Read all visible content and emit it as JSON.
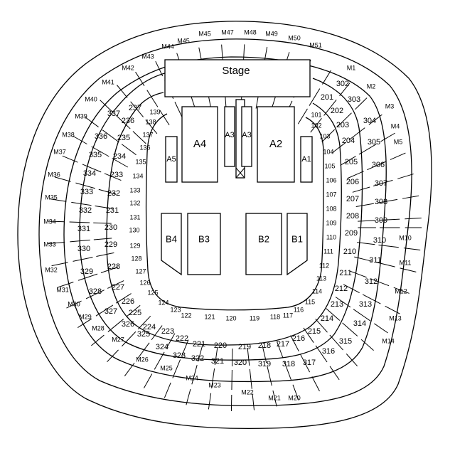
{
  "stage": {
    "label": "Stage"
  },
  "floor": [
    "A1",
    "A2",
    "A3",
    "A3",
    "A4",
    "A5",
    "B1",
    "B2",
    "B3",
    "B4"
  ],
  "sections_100": [
    "101",
    "102",
    "103",
    "104",
    "105",
    "106",
    "107",
    "108",
    "109",
    "110",
    "111",
    "112",
    "113",
    "114",
    "115",
    "116",
    "117",
    "118",
    "119",
    "120",
    "121",
    "122",
    "123",
    "124",
    "125",
    "126",
    "127",
    "128",
    "129",
    "130",
    "131",
    "132",
    "133",
    "134",
    "135",
    "136",
    "137",
    "138",
    "139"
  ],
  "sections_200": [
    "201",
    "202",
    "203",
    "204",
    "205",
    "206",
    "207",
    "208",
    "209",
    "210",
    "211",
    "212",
    "213",
    "214",
    "215",
    "216",
    "217",
    "218",
    "219",
    "220",
    "221",
    "222",
    "223",
    "224",
    "225",
    "226",
    "227",
    "228",
    "229",
    "230",
    "231",
    "232",
    "233",
    "234",
    "235",
    "236",
    "237"
  ],
  "sections_300": [
    "302",
    "303",
    "304",
    "305",
    "306",
    "307",
    "308",
    "309",
    "310",
    "311",
    "312",
    "313",
    "314",
    "315",
    "316",
    "317",
    "318",
    "319",
    "320",
    "321",
    "322",
    "323",
    "324",
    "325",
    "326",
    "327",
    "328",
    "329",
    "330",
    "331",
    "332",
    "333",
    "334",
    "335",
    "336",
    "337"
  ],
  "sections_m": [
    "M1",
    "M2",
    "M3",
    "M4",
    "M5",
    "M10",
    "M11",
    "M12",
    "M13",
    "M14",
    "M20",
    "M21",
    "M22",
    "M23",
    "M24",
    "M25",
    "M26",
    "M27",
    "M28",
    "M29",
    "M30",
    "M31",
    "M32",
    "M33",
    "M34",
    "M35",
    "M36",
    "M37",
    "M38",
    "M39",
    "M40",
    "M41",
    "M42",
    "M43",
    "M44",
    "M45",
    "M45",
    "M47",
    "M48",
    "M49",
    "M50",
    "M51"
  ]
}
